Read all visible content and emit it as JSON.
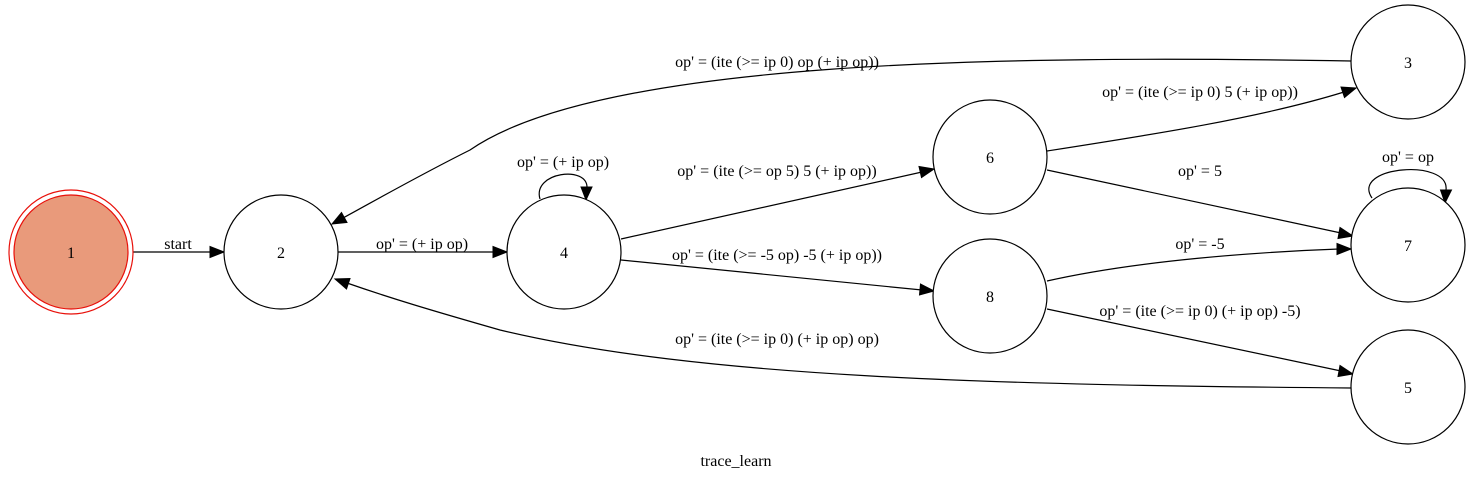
{
  "graph": {
    "caption": "trace_learn",
    "start_node": {
      "id": "1",
      "fill_color": "#E99A7B",
      "stroke_color": "#E8100A"
    },
    "nodes": [
      {
        "id": "1",
        "label": "1"
      },
      {
        "id": "2",
        "label": "2"
      },
      {
        "id": "3",
        "label": "3"
      },
      {
        "id": "4",
        "label": "4"
      },
      {
        "id": "5",
        "label": "5"
      },
      {
        "id": "6",
        "label": "6"
      },
      {
        "id": "7",
        "label": "7"
      },
      {
        "id": "8",
        "label": "8"
      }
    ],
    "edges": [
      {
        "from": "1",
        "to": "2",
        "label": "start"
      },
      {
        "from": "2",
        "to": "4",
        "label": "op' = (+ ip op)"
      },
      {
        "from": "4",
        "to": "4",
        "label": "op' = (+ ip op)"
      },
      {
        "from": "4",
        "to": "6",
        "label": "op' = (ite (>= op 5) 5 (+ ip op))"
      },
      {
        "from": "4",
        "to": "8",
        "label": "op' = (ite (>= -5 op) -5 (+ ip op))"
      },
      {
        "from": "3",
        "to": "2",
        "label": "op' = (ite (>= ip 0) op (+ ip op))"
      },
      {
        "from": "6",
        "to": "3",
        "label": "op' = (ite (>= ip 0) 5 (+ ip op))"
      },
      {
        "from": "6",
        "to": "7",
        "label": "op' = 5"
      },
      {
        "from": "7",
        "to": "7",
        "label": "op' = op"
      },
      {
        "from": "8",
        "to": "7",
        "label": "op' = -5"
      },
      {
        "from": "8",
        "to": "5",
        "label": "op' = (ite (>= ip 0) (+ ip op) -5)"
      },
      {
        "from": "5",
        "to": "2",
        "label": "op' = (ite (>= ip 0) (+ ip op) op)"
      }
    ]
  }
}
